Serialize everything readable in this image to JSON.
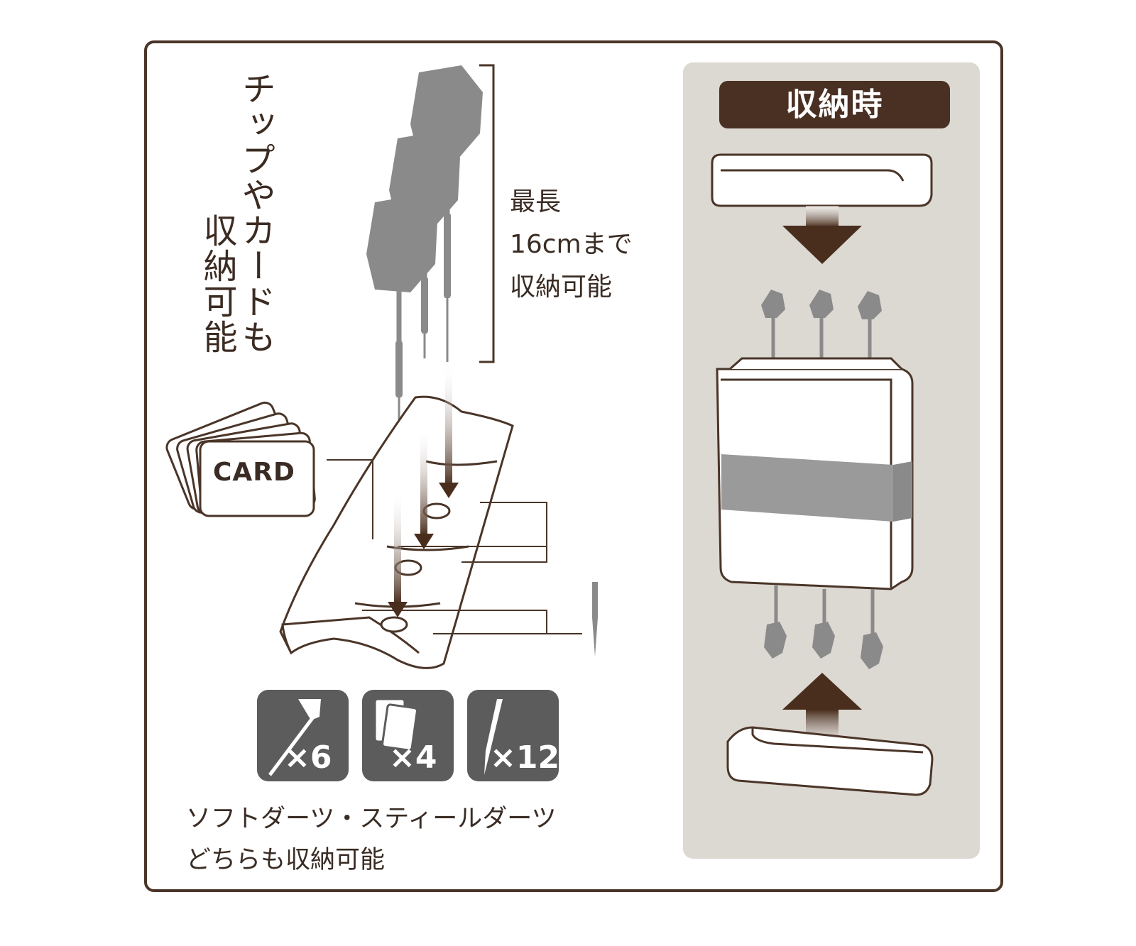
{
  "left_vertical_text": [
    "チップやカードも",
    "収納可能"
  ],
  "length_note": [
    "最長",
    "16cmまで",
    "収納可能"
  ],
  "card_label": "CARD",
  "badges": [
    {
      "icon": "dart-icon",
      "label": "×6"
    },
    {
      "icon": "card-icon",
      "label": "×4"
    },
    {
      "icon": "tip-icon",
      "label": "×12"
    }
  ],
  "caption": [
    "ソフトダーツ・スティールダーツ",
    "どちらも収納可能"
  ],
  "panel_title": "収納時",
  "colors": {
    "frame": "#4a3528",
    "panel": "#dcd8d2",
    "title_bg": "#4a3023",
    "badge_bg": "#5c5c5c",
    "dart_gray": "#8a8a8a"
  }
}
